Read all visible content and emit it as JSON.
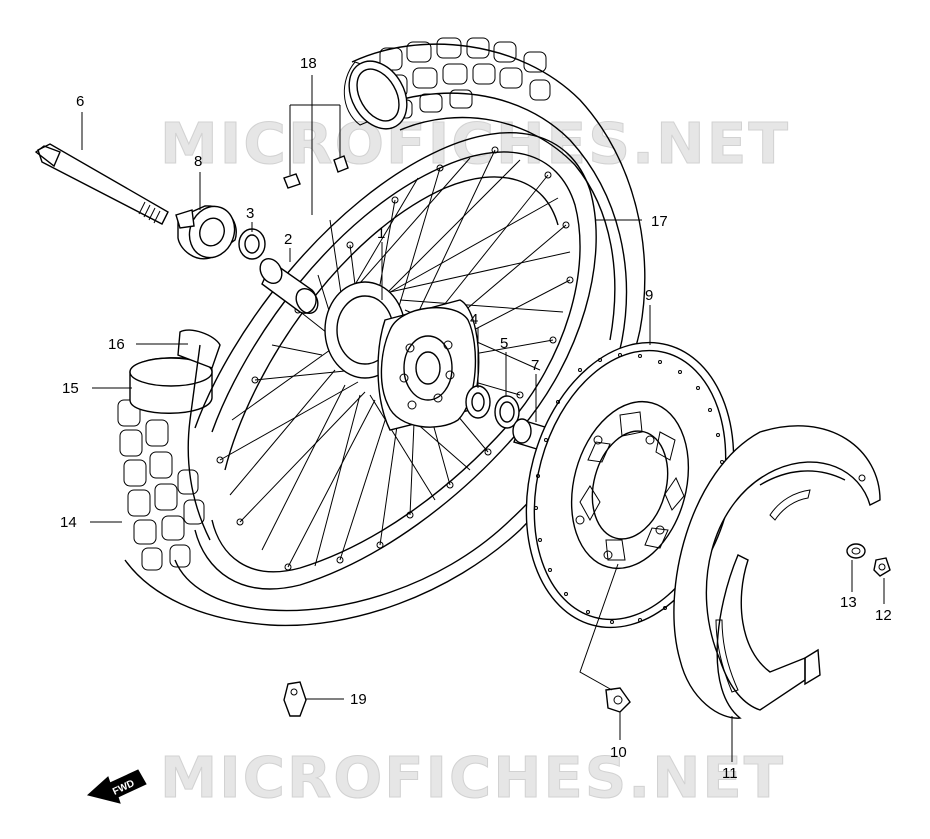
{
  "watermark": {
    "top": "MICROFICHES.NET",
    "bottom": "MICROFICHES.NET"
  },
  "direction_marker": "FWD",
  "callouts": [
    {
      "id": "1",
      "label": "1"
    },
    {
      "id": "2",
      "label": "2"
    },
    {
      "id": "3",
      "label": "3"
    },
    {
      "id": "4",
      "label": "4"
    },
    {
      "id": "5",
      "label": "5"
    },
    {
      "id": "6",
      "label": "6"
    },
    {
      "id": "7",
      "label": "7"
    },
    {
      "id": "8",
      "label": "8"
    },
    {
      "id": "9",
      "label": "9"
    },
    {
      "id": "10",
      "label": "10"
    },
    {
      "id": "11",
      "label": "11"
    },
    {
      "id": "12",
      "label": "12"
    },
    {
      "id": "13",
      "label": "13"
    },
    {
      "id": "14",
      "label": "14"
    },
    {
      "id": "15",
      "label": "15"
    },
    {
      "id": "16",
      "label": "16"
    },
    {
      "id": "17",
      "label": "17"
    },
    {
      "id": "18",
      "label": "18"
    },
    {
      "id": "19",
      "label": "19"
    }
  ]
}
